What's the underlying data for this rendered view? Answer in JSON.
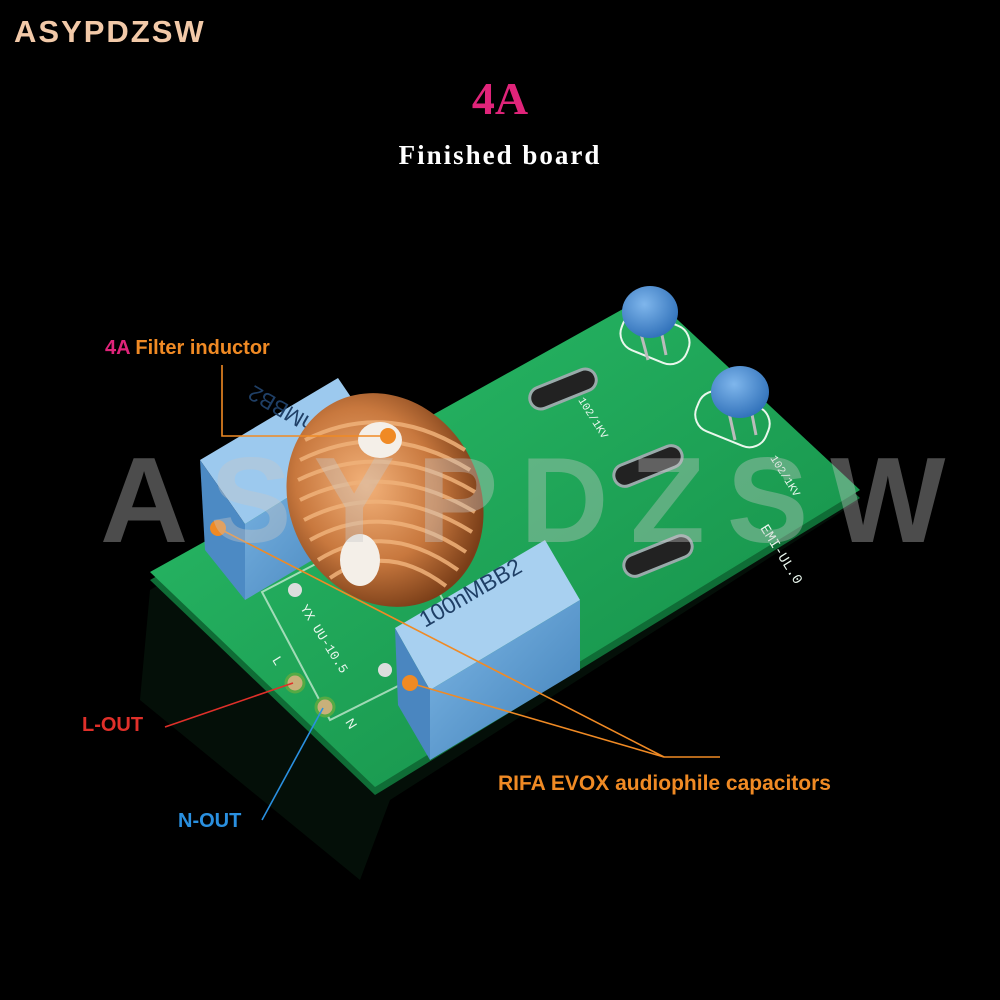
{
  "brand": "ASYPDZSW",
  "watermark": "ASYPDZSW",
  "headline": "4A",
  "subhead": "Finished board",
  "labels": {
    "inductor_highlight": "4A",
    "inductor_rest": " Filter inductor",
    "capacitors": "RIFA EVOX audiophile capacitors",
    "l_out": "L-OUT",
    "n_out": "N-OUT"
  },
  "board": {
    "cap_marking": "100nMBB2",
    "cap_small_marking": "102/1KV",
    "board_id": "EMI-UL.0",
    "inductor_id": "YX UU-10.5",
    "pin_l": "L",
    "pin_n": "N"
  },
  "colors": {
    "brand": "#f2c9a8",
    "headline": "#e0247a",
    "accent_orange": "#f08a24",
    "l_out": "#e0302a",
    "n_out": "#2a90e0",
    "pcb": "#1faa5a",
    "capacitor": "#5b9fd6"
  }
}
